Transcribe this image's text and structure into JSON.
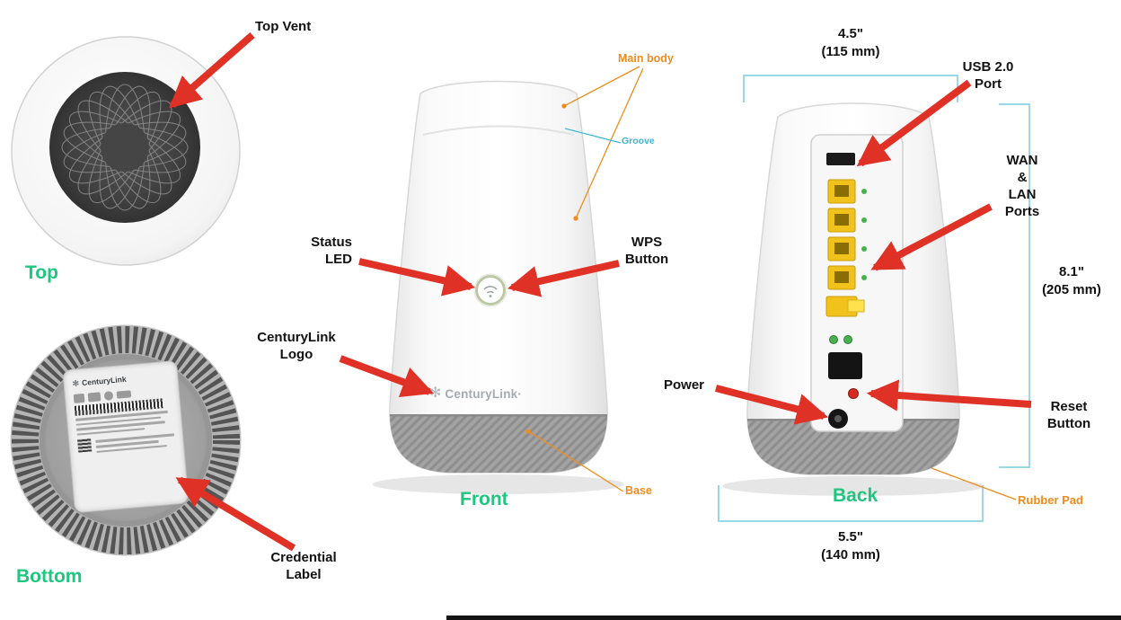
{
  "device": {
    "brand": "CenturyLink",
    "logo_text": "CenturyLink·"
  },
  "icons": {
    "centurylink_logo_mark": "✻"
  },
  "view_labels": {
    "top": "Top",
    "bottom": "Bottom",
    "front": "Front",
    "back": "Back"
  },
  "callouts": {
    "top_vent": "Top Vent",
    "status_led": [
      "Status",
      "LED"
    ],
    "wps_button": [
      "WPS",
      "Button"
    ],
    "centurylink_logo": [
      "CenturyLink",
      "Logo"
    ],
    "credential_label": [
      "Credential",
      "Label"
    ],
    "main_body": "Main body",
    "groove": "Groove",
    "base": "Base",
    "usb_port": [
      "USB 2.0",
      "Port"
    ],
    "wan_lan_ports": [
      "WAN",
      "&",
      "LAN",
      "Ports"
    ],
    "power": "Power",
    "reset_button": [
      "Reset",
      "Button"
    ],
    "rubber_pad": "Rubber Pad"
  },
  "dimensions": {
    "width_top": [
      "4.5\"",
      "(115 mm)"
    ],
    "height": [
      "8.1\"",
      "(205 mm)"
    ],
    "width_bottom": [
      "5.5\"",
      "(140 mm)"
    ]
  },
  "colors": {
    "arrow_red": "#e03127",
    "view_label_green": "#1fc77e",
    "callout_orange": "#f08c1e",
    "groove_cyan": "#3ab8d8",
    "dimension_line_blue": "#9bd7e8",
    "ethernet_yellow": "#f2c21c",
    "led_green": "#49b04f",
    "reset_red": "#d42a1f"
  }
}
